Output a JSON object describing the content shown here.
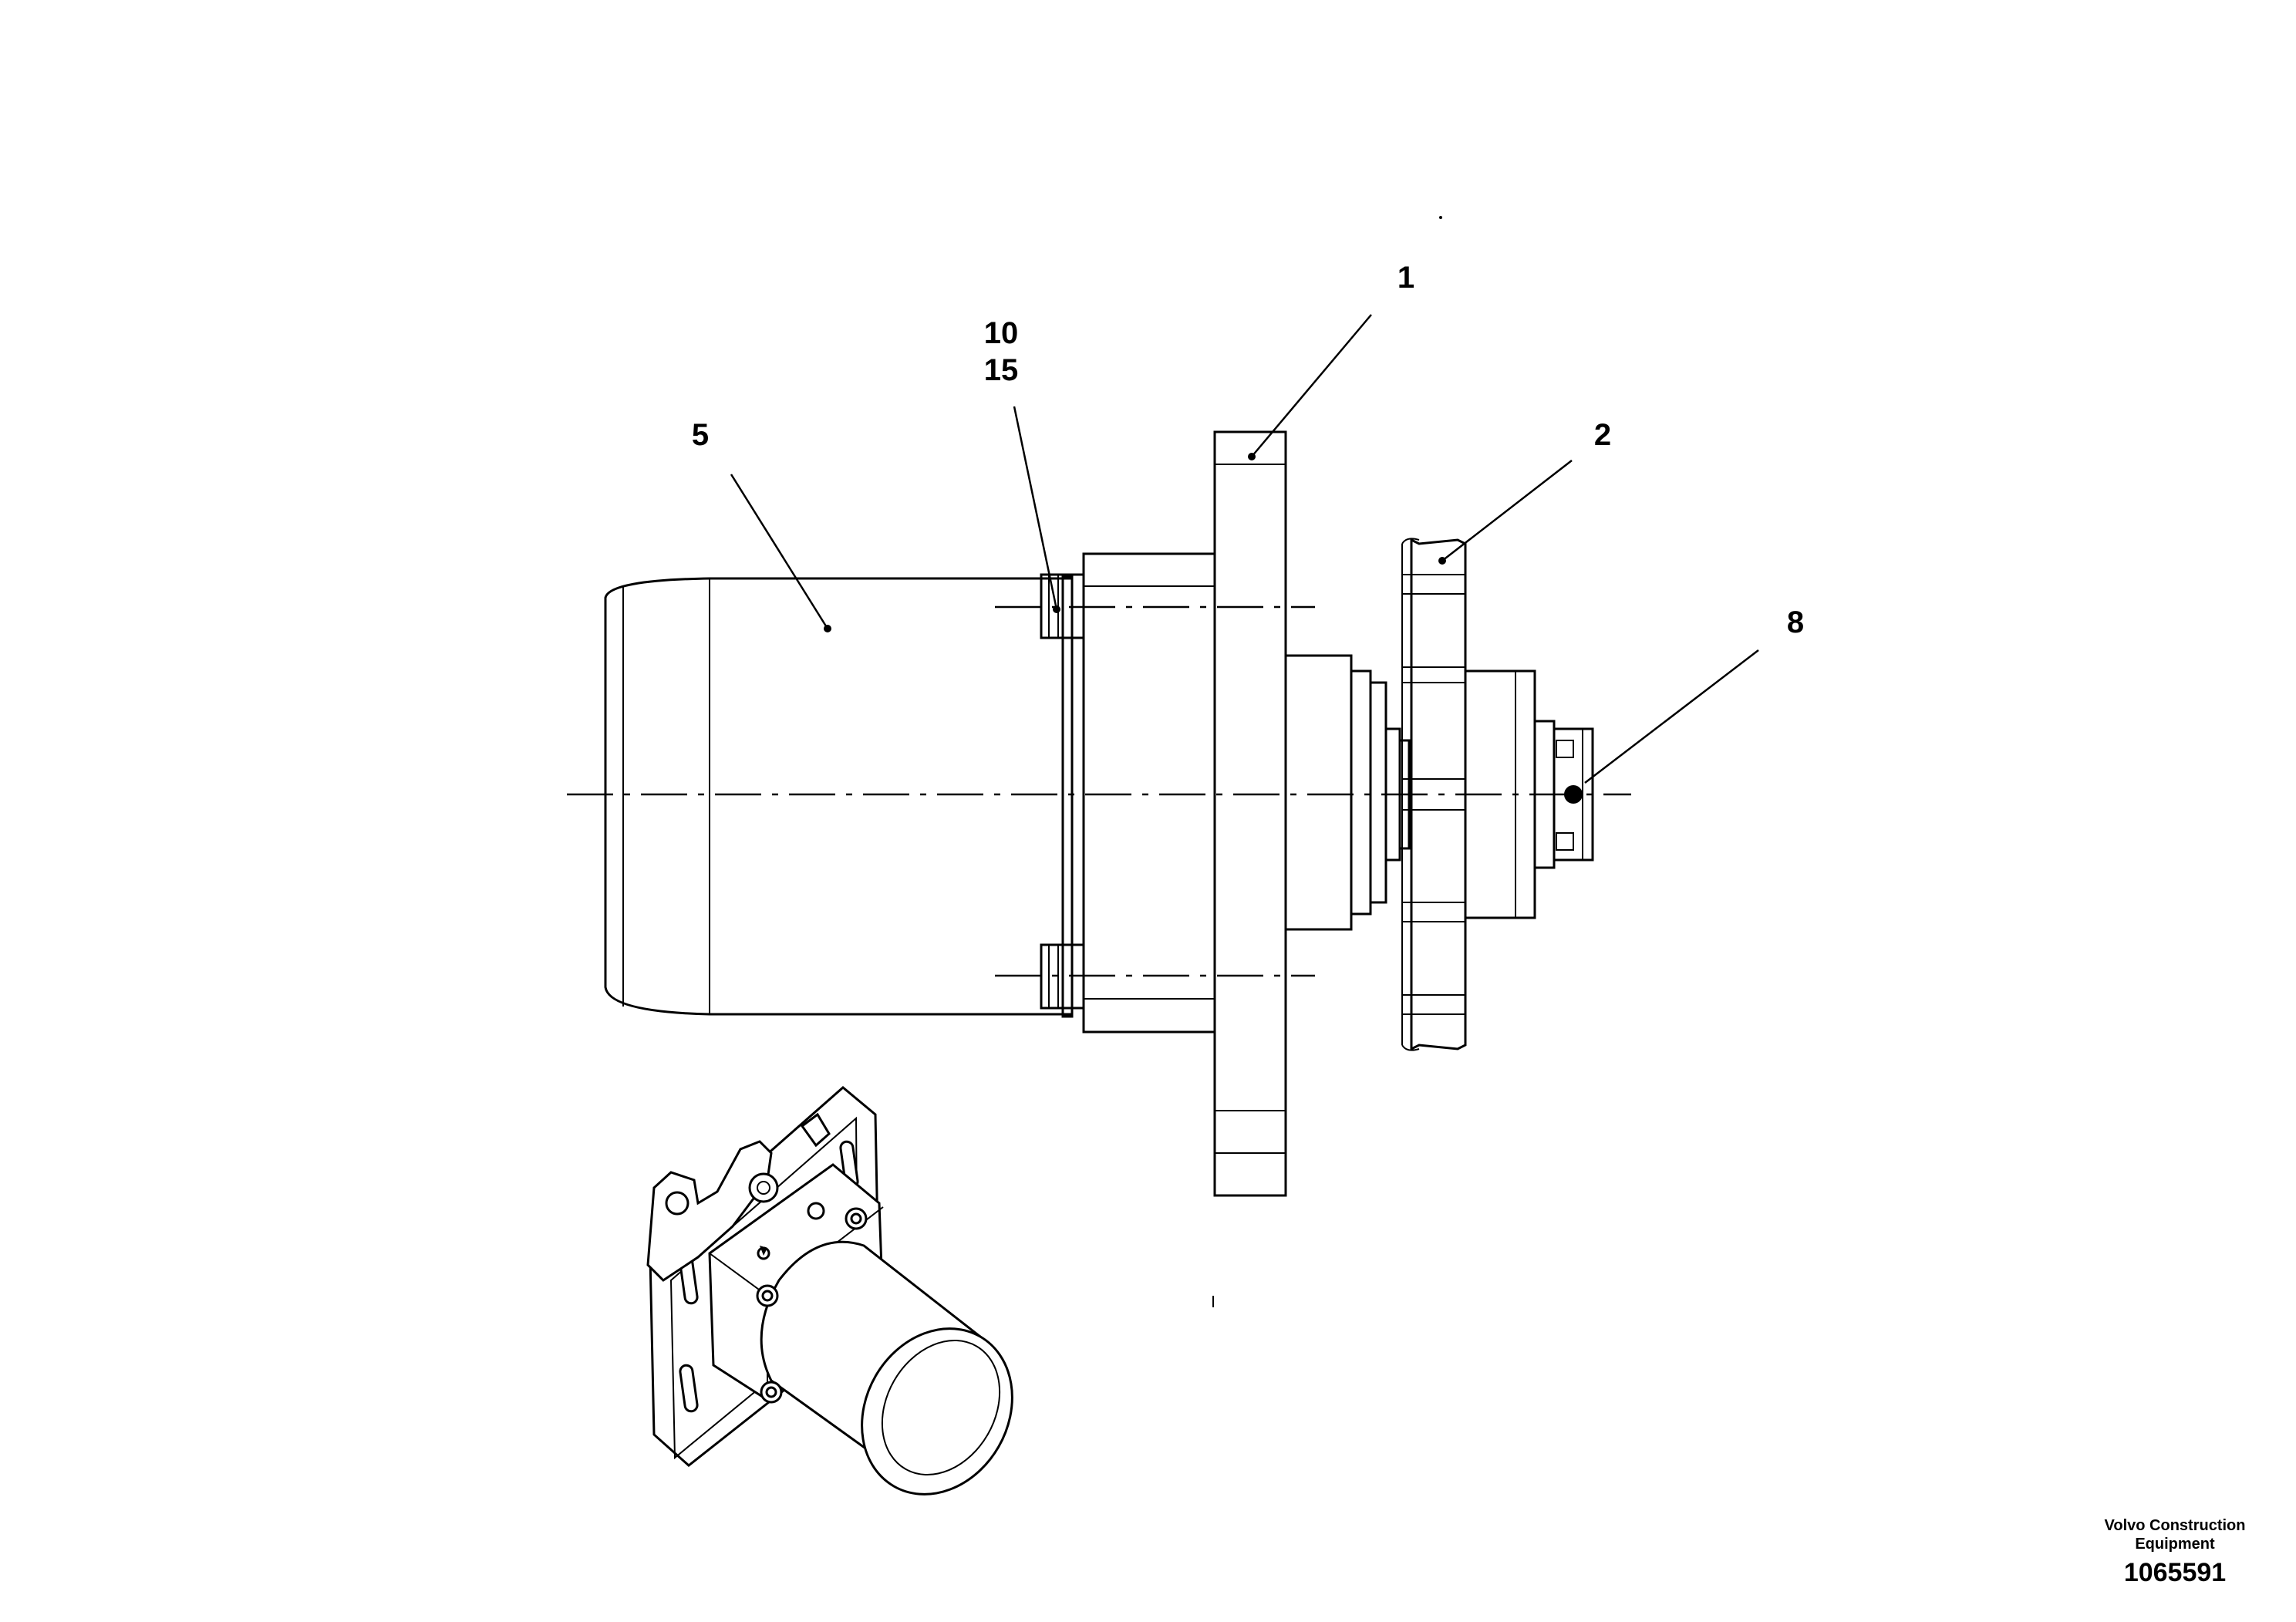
{
  "callouts": {
    "c1": "1",
    "c2": "2",
    "c5": "5",
    "c8": "8",
    "c10": "10",
    "c15": "15"
  },
  "footer": {
    "company_line1": "Volvo Construction",
    "company_line2": "Equipment",
    "drawing_number": "1065591"
  }
}
